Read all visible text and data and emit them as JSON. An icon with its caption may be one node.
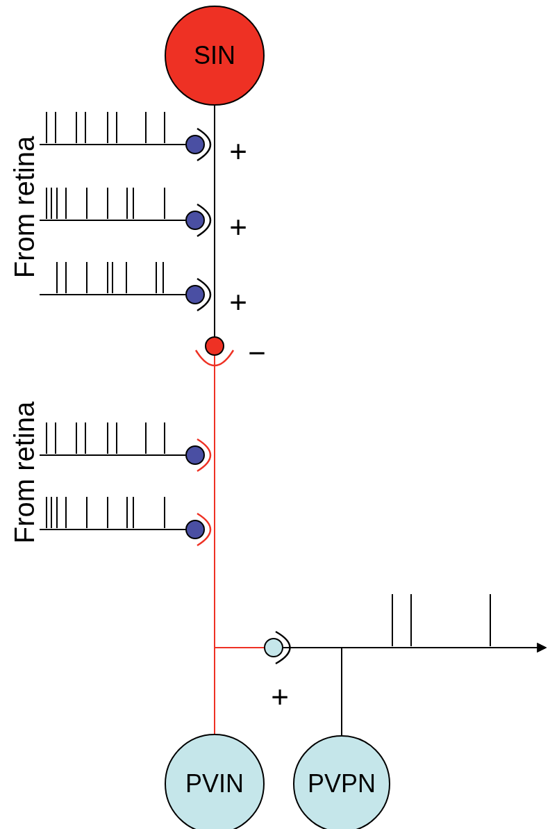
{
  "diagram": {
    "nodes": [
      {
        "text": [
          "SIN"
        ]
      },
      {
        "text": [
          "From retina"
        ]
      },
      {
        "text": [],
        "shape": "circle"
      },
      {
        "text": [],
        "shape": "circle"
      },
      {
        "text": [],
        "shape": "circle"
      },
      {
        "text": [],
        "shape": "circle"
      },
      {
        "text": [
          "From retina"
        ]
      },
      {
        "text": [],
        "shape": "circle"
      },
      {
        "text": [],
        "shape": "circle"
      },
      {
        "text": [],
        "shape": "circle"
      },
      {
        "text": [
          "PVIN"
        ]
      },
      {
        "text": [
          "PVPN"
        ]
      }
    ],
    "edges": [
      {
        "from": 1,
        "to": 2,
        "arrow": "none"
      },
      {
        "from": 1,
        "to": 3,
        "arrow": "none"
      },
      {
        "from": 1,
        "to": 4,
        "arrow": "none"
      },
      {
        "from": 0,
        "to": 5,
        "arrow": "none"
      },
      {
        "from": 5,
        "to": 10,
        "arrow": "none",
        "color": "#ee3124"
      },
      {
        "from": 6,
        "to": 7,
        "arrow": "none"
      },
      {
        "from": 6,
        "to": 8,
        "arrow": "none"
      },
      {
        "from": 10,
        "to": 9,
        "arrow": "none",
        "color": "#ee3124"
      },
      {
        "from": 9,
        "to": null,
        "arrow": "to"
      },
      {
        "from": 11,
        "to": null,
        "arrow": "to"
      }
    ],
    "labels": [
      "+",
      "+",
      "+",
      "−",
      "+"
    ]
  }
}
